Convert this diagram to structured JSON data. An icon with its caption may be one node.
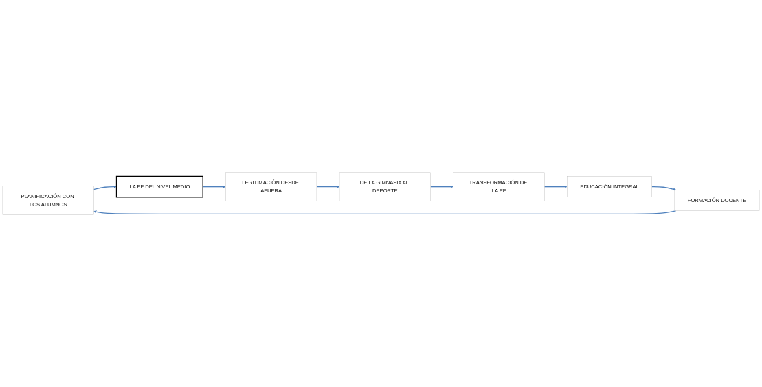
{
  "diagram": {
    "nodes": [
      {
        "text": [
          "PLANIFICACIÓN CON LOS ALUMNOS"
        ]
      },
      {
        "text": [
          "FORMACIÓN DOCENTE"
        ]
      },
      {
        "text": [
          "LEGITIMACIÓN DESDE AFUERA"
        ]
      },
      {
        "text": [
          "LA EF DEL NIVEL MEDIO"
        ]
      },
      {
        "text": [
          "DE LA GIMNASIA AL DEPORTE"
        ]
      },
      {
        "text": [
          "TRANSFORMACIÓN DE LA EF"
        ]
      },
      {
        "text": [
          "EDUCACIÓN INTEGRAL"
        ]
      }
    ],
    "edges": [
      {
        "from": 1,
        "to": 0,
        "arrow": "to"
      },
      {
        "from": 0,
        "to": 3,
        "arrow": "to"
      },
      {
        "from": 3,
        "to": 2,
        "arrow": "to"
      },
      {
        "from": 2,
        "to": 4,
        "arrow": "to"
      },
      {
        "from": 4,
        "to": 5,
        "arrow": "to"
      },
      {
        "from": 5,
        "to": 6,
        "arrow": "to"
      },
      {
        "from": 6,
        "to": 1,
        "arrow": "to"
      }
    ]
  }
}
